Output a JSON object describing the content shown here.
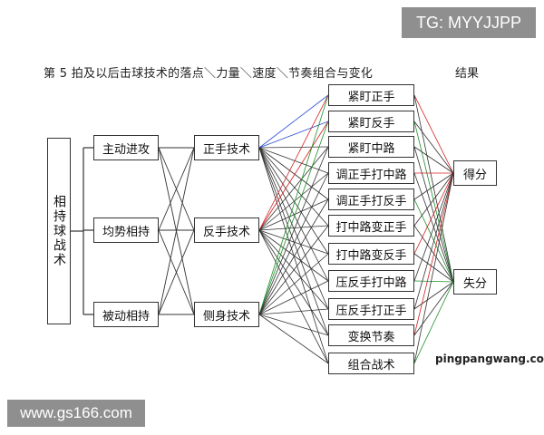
{
  "watermark_top": "TG: MYYJJPP",
  "watermark_bottom": "www.gs166.com",
  "credit": "pingpangwang.com",
  "title": "第 5 拍及以后击球技术的落点＼力量＼速度＼节奏组合与变化",
  "result_heading": "结果",
  "root": "相持球战术",
  "situations": [
    "主动进攻",
    "均势相持",
    "被动相持"
  ],
  "techniques": [
    "正手技术",
    "反手技术",
    "侧身技术"
  ],
  "tactics": [
    "紧盯正手",
    "紧盯反手",
    "紧盯中路",
    "调正手打中路",
    "调正手打反手",
    "打中路变正手",
    "打中路变反手",
    "压反手打中路",
    "压反手打正手",
    "变换节奏",
    "组合战术"
  ],
  "results": [
    "得分",
    "失分"
  ],
  "colors": {
    "tech1": "#2b4bd6",
    "tech2": "#d42020",
    "tech3": "#1f8f2a",
    "line": "#333333"
  }
}
